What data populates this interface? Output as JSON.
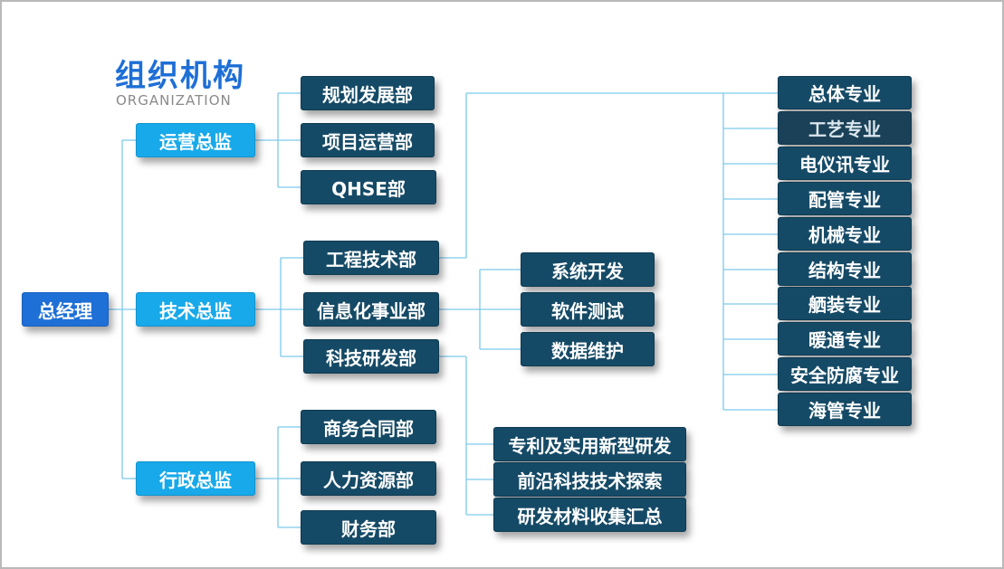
{
  "header": {
    "title": "组织机构",
    "subtitle": "ORGANIZATION"
  },
  "colors": {
    "accent_blue": "#1e6fd6",
    "cyan": "#17a9ea",
    "dark_teal": "#154a66",
    "line": "#7ec9ec"
  },
  "root": {
    "label": "总经理"
  },
  "directors": [
    {
      "label": "运营总监",
      "departments": [
        "规划发展部",
        "项目运营部",
        "QHSE部"
      ]
    },
    {
      "label": "技术总监",
      "departments": [
        "工程技术部",
        "信息化事业部",
        "科技研发部"
      ]
    },
    {
      "label": "行政总监",
      "departments": [
        "商务合同部",
        "人力资源部",
        "财务部"
      ]
    }
  ],
  "engineering_specialties": [
    "总体专业",
    "工艺专业",
    "电仪讯专业",
    "配管专业",
    "机械专业",
    "结构专业",
    "舾装专业",
    "暖通专业",
    "安全防腐专业",
    "海管专业"
  ],
  "it_functions": [
    "系统开发",
    "软件测试",
    "数据维护"
  ],
  "rnd_functions": [
    "专利及实用新型研发",
    "前沿科技技术探索",
    "研发材料收集汇总"
  ]
}
